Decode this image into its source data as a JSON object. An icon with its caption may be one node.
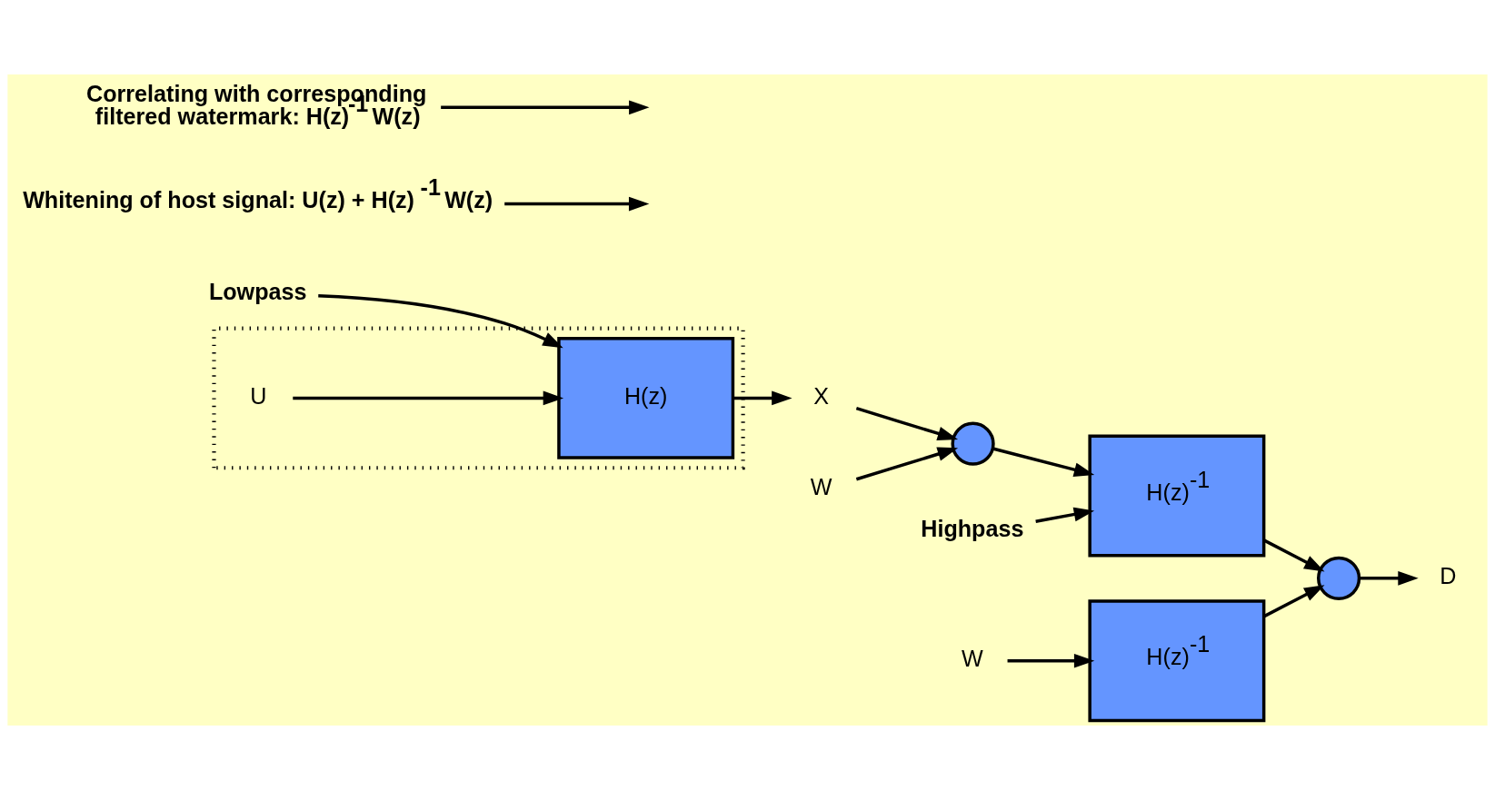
{
  "diagram": {
    "nodes": [
      {
        "text": [
          "Lowpass"
        ]
      },
      {
        "text": [
          "Highpass"
        ]
      },
      {
        "text": [
          "Whitening of host signal: U(z) + H(z)$^{-1}$ W(z)"
        ]
      },
      {
        "text": [],
        "shape": "box"
      },
      {
        "text": [
          "U"
        ],
        "in": 3
      },
      {
        "text": [
          "H(z)"
        ],
        "in": 3
      },
      {
        "text": [
          "X"
        ]
      },
      {
        "text": [],
        "shape": "circle"
      },
      {
        "text": [
          "H(z)$^{-1}$"
        ]
      },
      {
        "text": [],
        "shape": "circle"
      },
      {
        "text": [
          "D"
        ]
      },
      {
        "text": [
          "W"
        ]
      },
      {
        "text": [
          "H(z)$^{-1}$"
        ]
      },
      {
        "text": [
          "Correlating with corresponding filtered watermark: H(z)$^{-1}$ W(z)"
        ]
      },
      {
        "text": [
          "W"
        ]
      }
    ],
    "edges": [
      {
        "from": 0,
        "to": 5,
        "arrow": "to"
      },
      {
        "from": 1,
        "to": 8,
        "arrow": "to"
      },
      {
        "from": 2,
        "to": null,
        "arrow": "to"
      },
      {
        "from": 4,
        "to": 5,
        "arrow": "to"
      },
      {
        "from": 5,
        "to": 6,
        "arrow": "to"
      },
      {
        "from": 6,
        "to": 7,
        "arrow": "to"
      },
      {
        "from": 11,
        "to": 7,
        "arrow": "to"
      },
      {
        "from": 7,
        "to": 8,
        "arrow": "to"
      },
      {
        "from": 8,
        "to": 9,
        "arrow": "to"
      },
      {
        "from": 9,
        "to": 10,
        "arrow": "to"
      },
      {
        "from": 12,
        "to": 9,
        "arrow": "to"
      },
      {
        "from": 14,
        "to": 12,
        "arrow": "to"
      },
      {
        "from": 13,
        "to": null,
        "arrow": "to"
      }
    ]
  }
}
